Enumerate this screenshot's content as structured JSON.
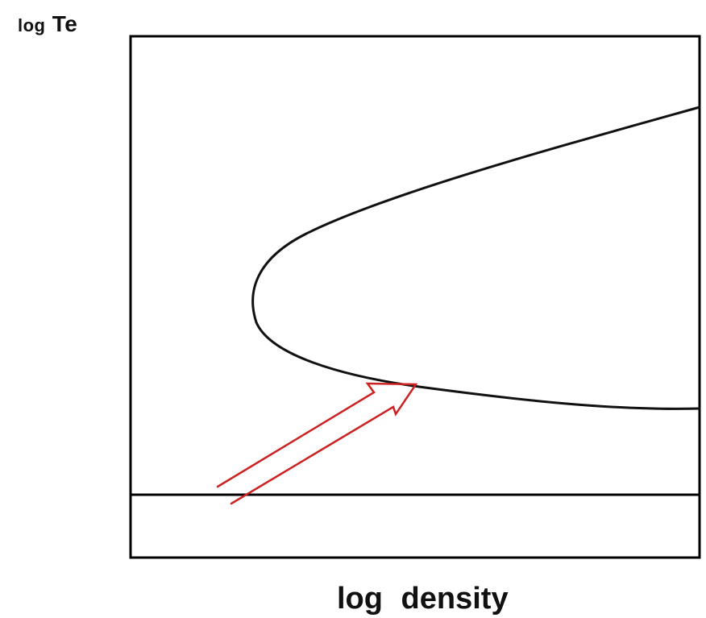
{
  "labels": {
    "y_axis_prefix": "log",
    "y_axis_var": "Te",
    "x_axis": "log  density"
  },
  "colors": {
    "frame": "#000000",
    "curve": "#111111",
    "arrow": "#cc2222"
  }
}
